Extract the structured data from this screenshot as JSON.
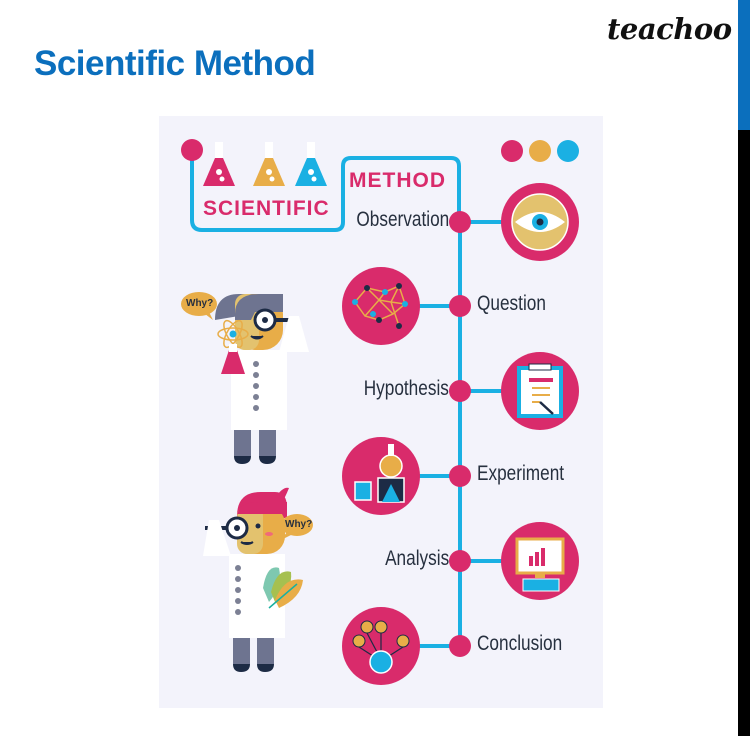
{
  "page": {
    "title": "Scientific Method",
    "brand": "teachoo"
  },
  "colors": {
    "title_blue": "#0b6fbd",
    "pink": "#d92b6b",
    "orange": "#e8ad48",
    "cyan": "#1ab0e3",
    "panel_bg": "#f3f3fb",
    "text_dark": "#27303f"
  },
  "infographic": {
    "header": {
      "word1": "SCIENTIFIC",
      "word2": "METHOD"
    },
    "steps": [
      {
        "label": "Observation",
        "side": "left",
        "icon": "eye-icon"
      },
      {
        "label": "Question",
        "side": "right",
        "icon": "brain-network-icon"
      },
      {
        "label": "Hypothesis",
        "side": "left",
        "icon": "clipboard-icon"
      },
      {
        "label": "Experiment",
        "side": "right",
        "icon": "lab-equipment-icon"
      },
      {
        "label": "Analysis",
        "side": "left",
        "icon": "computer-chart-icon"
      },
      {
        "label": "Conclusion",
        "side": "right",
        "icon": "converging-ideas-icon"
      }
    ],
    "characters": [
      {
        "speech": "Why?",
        "name": "male-scientist"
      },
      {
        "speech": "Why?",
        "name": "female-scientist"
      }
    ]
  }
}
